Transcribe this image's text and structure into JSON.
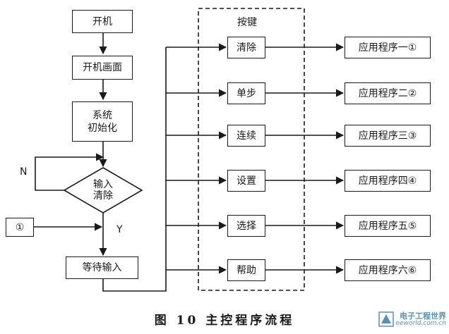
{
  "diagram": {
    "main_column": {
      "power_on": "开机",
      "boot_screen": "开机画面",
      "system_init": "系统\n初始化",
      "input_clear": "输入\n清除",
      "connector_in": "①",
      "wait_input": "等待输入"
    },
    "branch_labels": {
      "no": "N",
      "yes": "Y"
    },
    "keys_group": {
      "title": "按键",
      "keys": [
        "清除",
        "单步",
        "连续",
        "设置",
        "选择",
        "帮助"
      ]
    },
    "programs": [
      "应用程序一①",
      "应用程序二②",
      "应用程序三③",
      "应用程序四④",
      "应用程序五⑤",
      "应用程序六⑥"
    ]
  },
  "caption": "图 10   主控程序流程",
  "watermark": {
    "brand": "电子工程世界",
    "site": "eeworld.com.cn"
  },
  "colors": {
    "line": "#1a1a1a",
    "watermark": "#5b8fb0"
  }
}
